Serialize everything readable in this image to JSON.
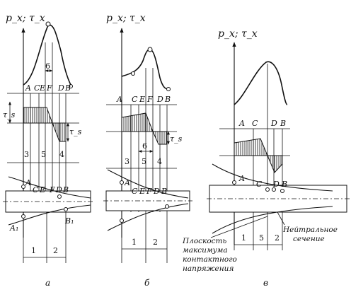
{
  "axis_label": "p_x; τ_x",
  "tau_s": "τ_s",
  "panels": [
    {
      "caption": "а",
      "top_points": [
        "A",
        "C",
        "E",
        "F",
        "D",
        "B"
      ],
      "bottom_points": [
        "A",
        "C",
        "E",
        "F",
        "D",
        "B"
      ],
      "lower_points": [
        "A₁",
        "B₁"
      ],
      "zone_numbers": [
        "6",
        "3",
        "5",
        "4",
        "1",
        "2"
      ]
    },
    {
      "caption": "б",
      "top_points": [
        "A",
        "C",
        "E",
        "F",
        "D",
        "B"
      ],
      "bottom_points": [
        "A",
        "C",
        "E",
        "F",
        "D",
        "B"
      ],
      "zone_numbers": [
        "6",
        "3",
        "5",
        "4",
        "1",
        "2"
      ]
    },
    {
      "caption": "в",
      "top_points": [
        "A",
        "C",
        "D",
        "B"
      ],
      "bottom_points": [
        "A",
        "C",
        "D",
        "B"
      ],
      "zone_numbers": [
        "1",
        "5",
        "2"
      ],
      "note_left": [
        "Плоскость",
        "максимума",
        "контактного",
        "напряжения"
      ],
      "note_right": [
        "Нейтральное",
        "сечение"
      ]
    }
  ]
}
